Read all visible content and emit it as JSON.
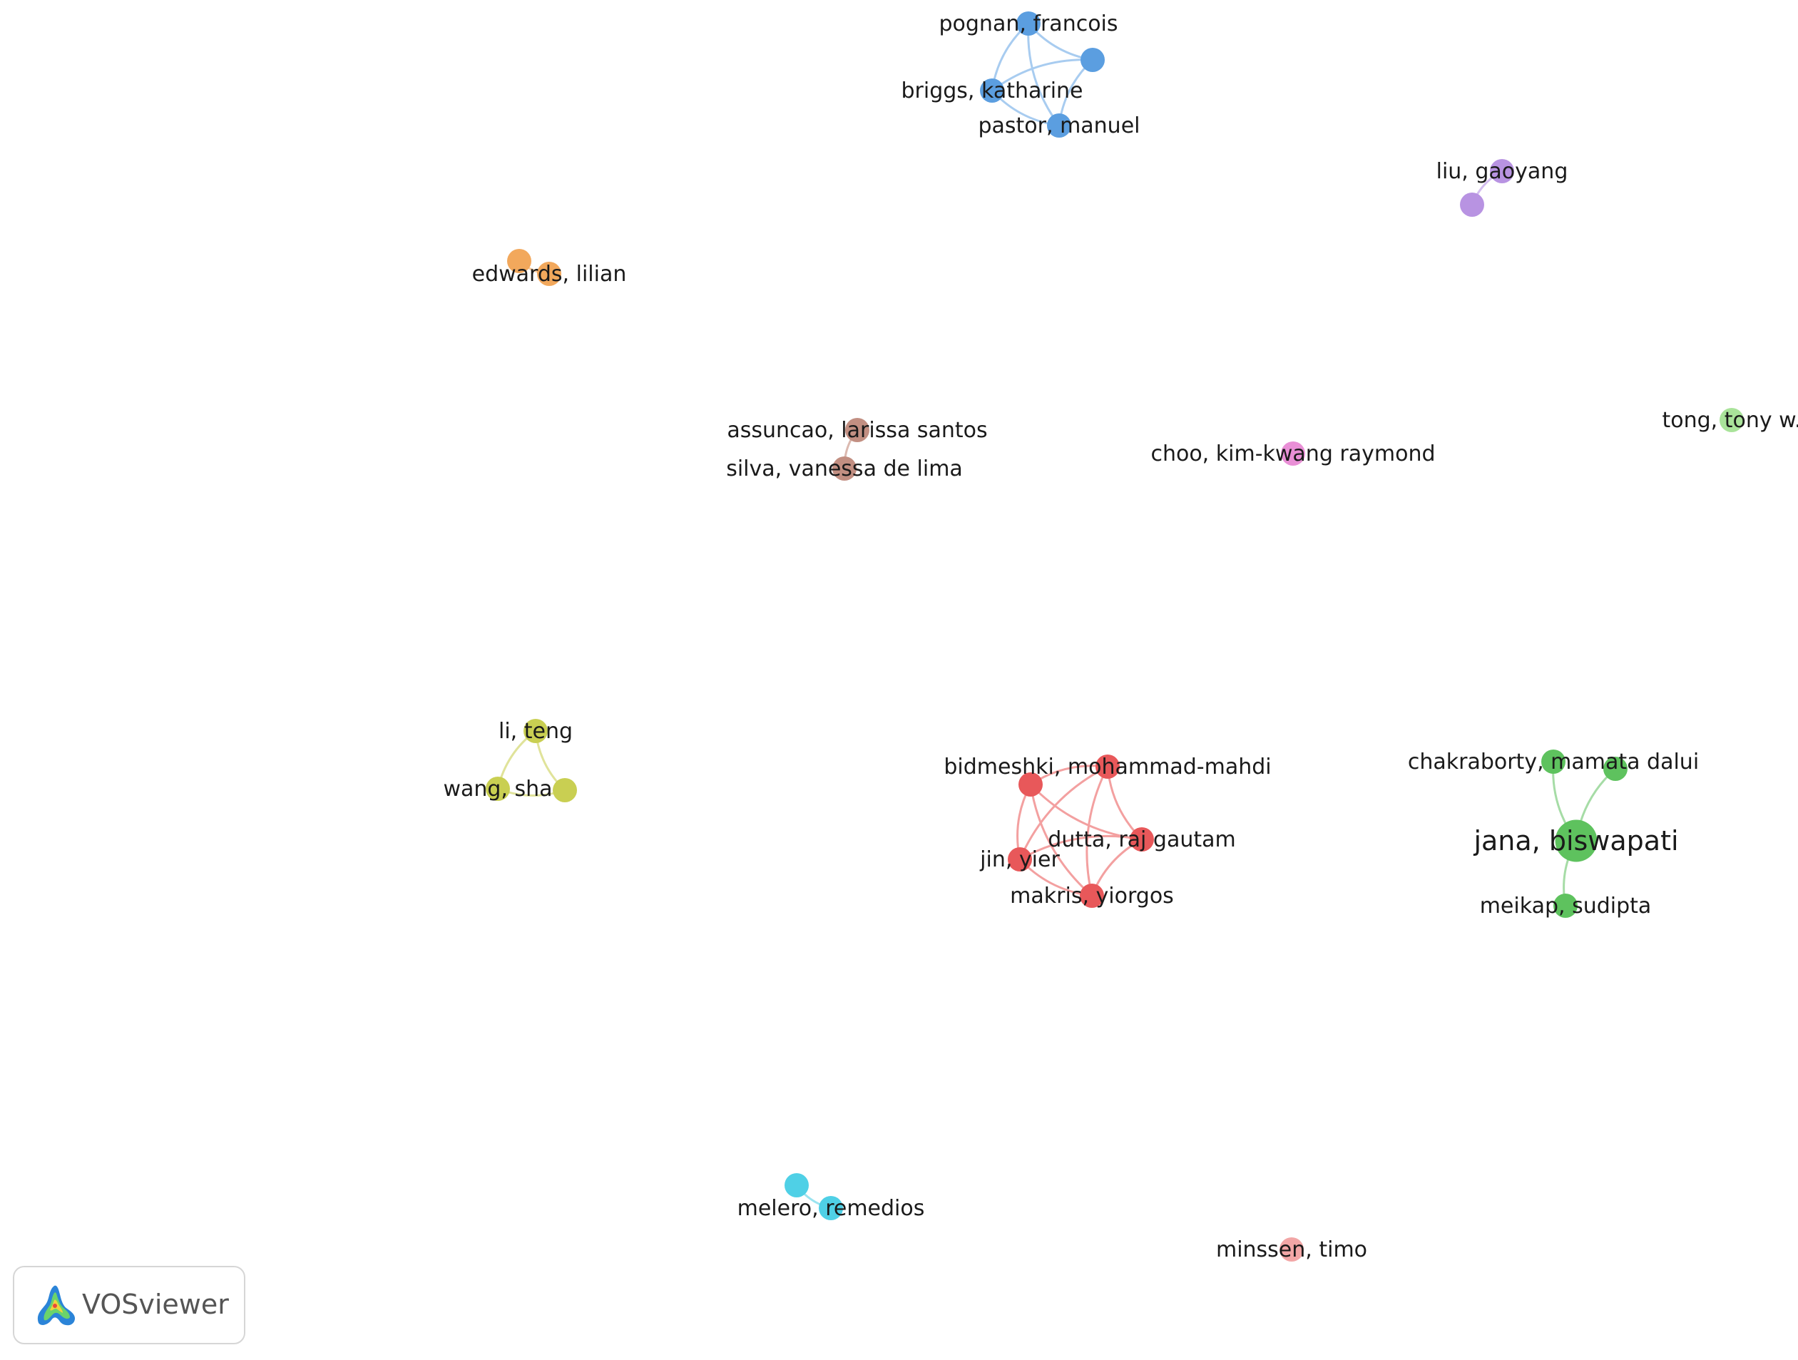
{
  "chart_data": {
    "type": "network",
    "clusters": [
      {
        "id": "red",
        "color": "#e8585a",
        "edge_color": "#f3a0a0"
      },
      {
        "id": "green",
        "color": "#5ec25e",
        "edge_color": "#a6dca6"
      },
      {
        "id": "blue",
        "color": "#5b9ee0",
        "edge_color": "#a8ccf0"
      },
      {
        "id": "yellow",
        "color": "#c9cf52",
        "edge_color": "#e0e39a"
      },
      {
        "id": "purple",
        "color": "#b893e2",
        "edge_color": "#d3bdef"
      },
      {
        "id": "cyan",
        "color": "#4fd0e6",
        "edge_color": "#9be4f0"
      },
      {
        "id": "orange",
        "color": "#f2a85c",
        "edge_color": "#f7cba0"
      },
      {
        "id": "brown",
        "color": "#c28f82",
        "edge_color": "#dbb9b0"
      },
      {
        "id": "pink",
        "color": "#e98fd6",
        "edge_color": "#f2bfe8"
      },
      {
        "id": "salmon",
        "color": "#f2a6a6",
        "edge_color": "#f8cccc"
      },
      {
        "id": "lightgreen",
        "color": "#a9e39a",
        "edge_color": "#cdefc3"
      }
    ],
    "nodes": [
      {
        "id": "pognan",
        "label": "pognan, francois",
        "cluster": "blue",
        "weight": 1
      },
      {
        "id": "blue_unlabeled",
        "label": "",
        "cluster": "blue",
        "weight": 1
      },
      {
        "id": "briggs",
        "label": "briggs, katharine",
        "cluster": "blue",
        "weight": 1
      },
      {
        "id": "pastor",
        "label": "pastor, manuel",
        "cluster": "blue",
        "weight": 1
      },
      {
        "id": "liu",
        "label": "liu, gaoyang",
        "cluster": "purple",
        "weight": 1
      },
      {
        "id": "purple_unlabeled",
        "label": "",
        "cluster": "purple",
        "weight": 1
      },
      {
        "id": "orange_unlabeled",
        "label": "",
        "cluster": "orange",
        "weight": 1
      },
      {
        "id": "edwards",
        "label": "edwards, lilian",
        "cluster": "orange",
        "weight": 1
      },
      {
        "id": "assuncao",
        "label": "assuncao, larissa santos",
        "cluster": "brown",
        "weight": 1
      },
      {
        "id": "silva",
        "label": "silva, vanessa de lima",
        "cluster": "brown",
        "weight": 1
      },
      {
        "id": "choo",
        "label": "choo, kim-kwang raymond",
        "cluster": "pink",
        "weight": 1
      },
      {
        "id": "tong",
        "label": "tong, tony w.",
        "cluster": "lightgreen",
        "weight": 1
      },
      {
        "id": "li",
        "label": "li, teng",
        "cluster": "yellow",
        "weight": 1
      },
      {
        "id": "wang",
        "label": "wang, sha",
        "cluster": "yellow",
        "weight": 1
      },
      {
        "id": "yellow_unlabeled",
        "label": "",
        "cluster": "yellow",
        "weight": 1
      },
      {
        "id": "bidmeshki",
        "label": "bidmeshki, mohammad-mahdi",
        "cluster": "red",
        "weight": 1
      },
      {
        "id": "red_unlabeled",
        "label": "",
        "cluster": "red",
        "weight": 1
      },
      {
        "id": "dutta",
        "label": "dutta, raj gautam",
        "cluster": "red",
        "weight": 1
      },
      {
        "id": "jin",
        "label": "jin, yier",
        "cluster": "red",
        "weight": 1
      },
      {
        "id": "makris",
        "label": "makris, yiorgos",
        "cluster": "red",
        "weight": 1
      },
      {
        "id": "chakraborty",
        "label": "chakraborty, mamata dalui",
        "cluster": "green",
        "weight": 1
      },
      {
        "id": "green_unlabeled",
        "label": "",
        "cluster": "green",
        "weight": 1
      },
      {
        "id": "jana",
        "label": "jana, biswapati",
        "cluster": "green",
        "weight": 3
      },
      {
        "id": "meikap",
        "label": "meikap, sudipta",
        "cluster": "green",
        "weight": 1
      },
      {
        "id": "cyan_unlabeled",
        "label": "",
        "cluster": "cyan",
        "weight": 1
      },
      {
        "id": "melero",
        "label": "melero, remedios",
        "cluster": "cyan",
        "weight": 1
      },
      {
        "id": "minssen",
        "label": "minssen, timo",
        "cluster": "salmon",
        "weight": 1
      }
    ],
    "links": [
      [
        "pognan",
        "blue_unlabeled"
      ],
      [
        "pognan",
        "briggs"
      ],
      [
        "pognan",
        "pastor"
      ],
      [
        "blue_unlabeled",
        "briggs"
      ],
      [
        "blue_unlabeled",
        "pastor"
      ],
      [
        "briggs",
        "pastor"
      ],
      [
        "liu",
        "purple_unlabeled"
      ],
      [
        "orange_unlabeled",
        "edwards"
      ],
      [
        "assuncao",
        "silva"
      ],
      [
        "li",
        "wang"
      ],
      [
        "li",
        "yellow_unlabeled"
      ],
      [
        "wang",
        "yellow_unlabeled"
      ],
      [
        "bidmeshki",
        "red_unlabeled"
      ],
      [
        "bidmeshki",
        "dutta"
      ],
      [
        "bidmeshki",
        "jin"
      ],
      [
        "bidmeshki",
        "makris"
      ],
      [
        "red_unlabeled",
        "dutta"
      ],
      [
        "red_unlabeled",
        "jin"
      ],
      [
        "red_unlabeled",
        "makris"
      ],
      [
        "dutta",
        "jin"
      ],
      [
        "dutta",
        "makris"
      ],
      [
        "jin",
        "makris"
      ],
      [
        "chakraborty",
        "jana"
      ],
      [
        "green_unlabeled",
        "jana"
      ],
      [
        "jana",
        "meikap"
      ],
      [
        "cyan_unlabeled",
        "melero"
      ]
    ]
  },
  "logo": {
    "text": "VOSviewer"
  }
}
